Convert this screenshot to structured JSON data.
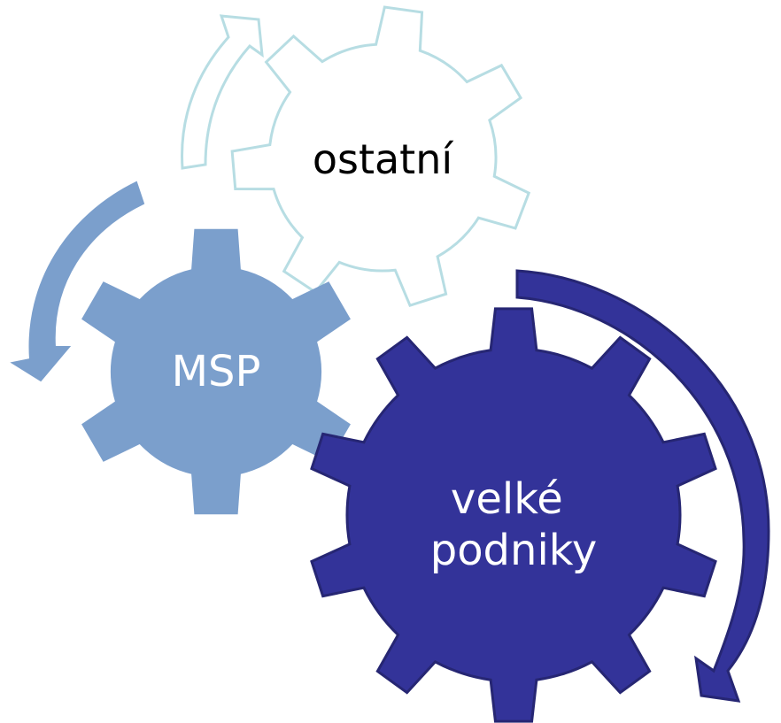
{
  "gears": [
    {
      "id": "ostatni",
      "label_lines": [
        "ostatní"
      ],
      "fill": "#ffffff",
      "stroke": "#b7dde3",
      "text_color": "#000000"
    },
    {
      "id": "msp",
      "label_lines": [
        "MSP"
      ],
      "fill": "#7b9fcc",
      "stroke": "#7b9fcc",
      "text_color": "#ffffff"
    },
    {
      "id": "velke-podniky",
      "label_lines": [
        "velké",
        "podniky"
      ],
      "fill": "#333399",
      "stroke": "#262673",
      "text_color": "#ffffff"
    }
  ],
  "arrows": [
    {
      "id": "ostatni-arrow",
      "fill": "#ffffff",
      "stroke": "#b7dde3"
    },
    {
      "id": "msp-arrow",
      "fill": "#7b9fcc",
      "stroke": "#7b9fcc"
    },
    {
      "id": "velke-podniky-arrow",
      "fill": "#333399",
      "stroke": "#262673"
    }
  ]
}
